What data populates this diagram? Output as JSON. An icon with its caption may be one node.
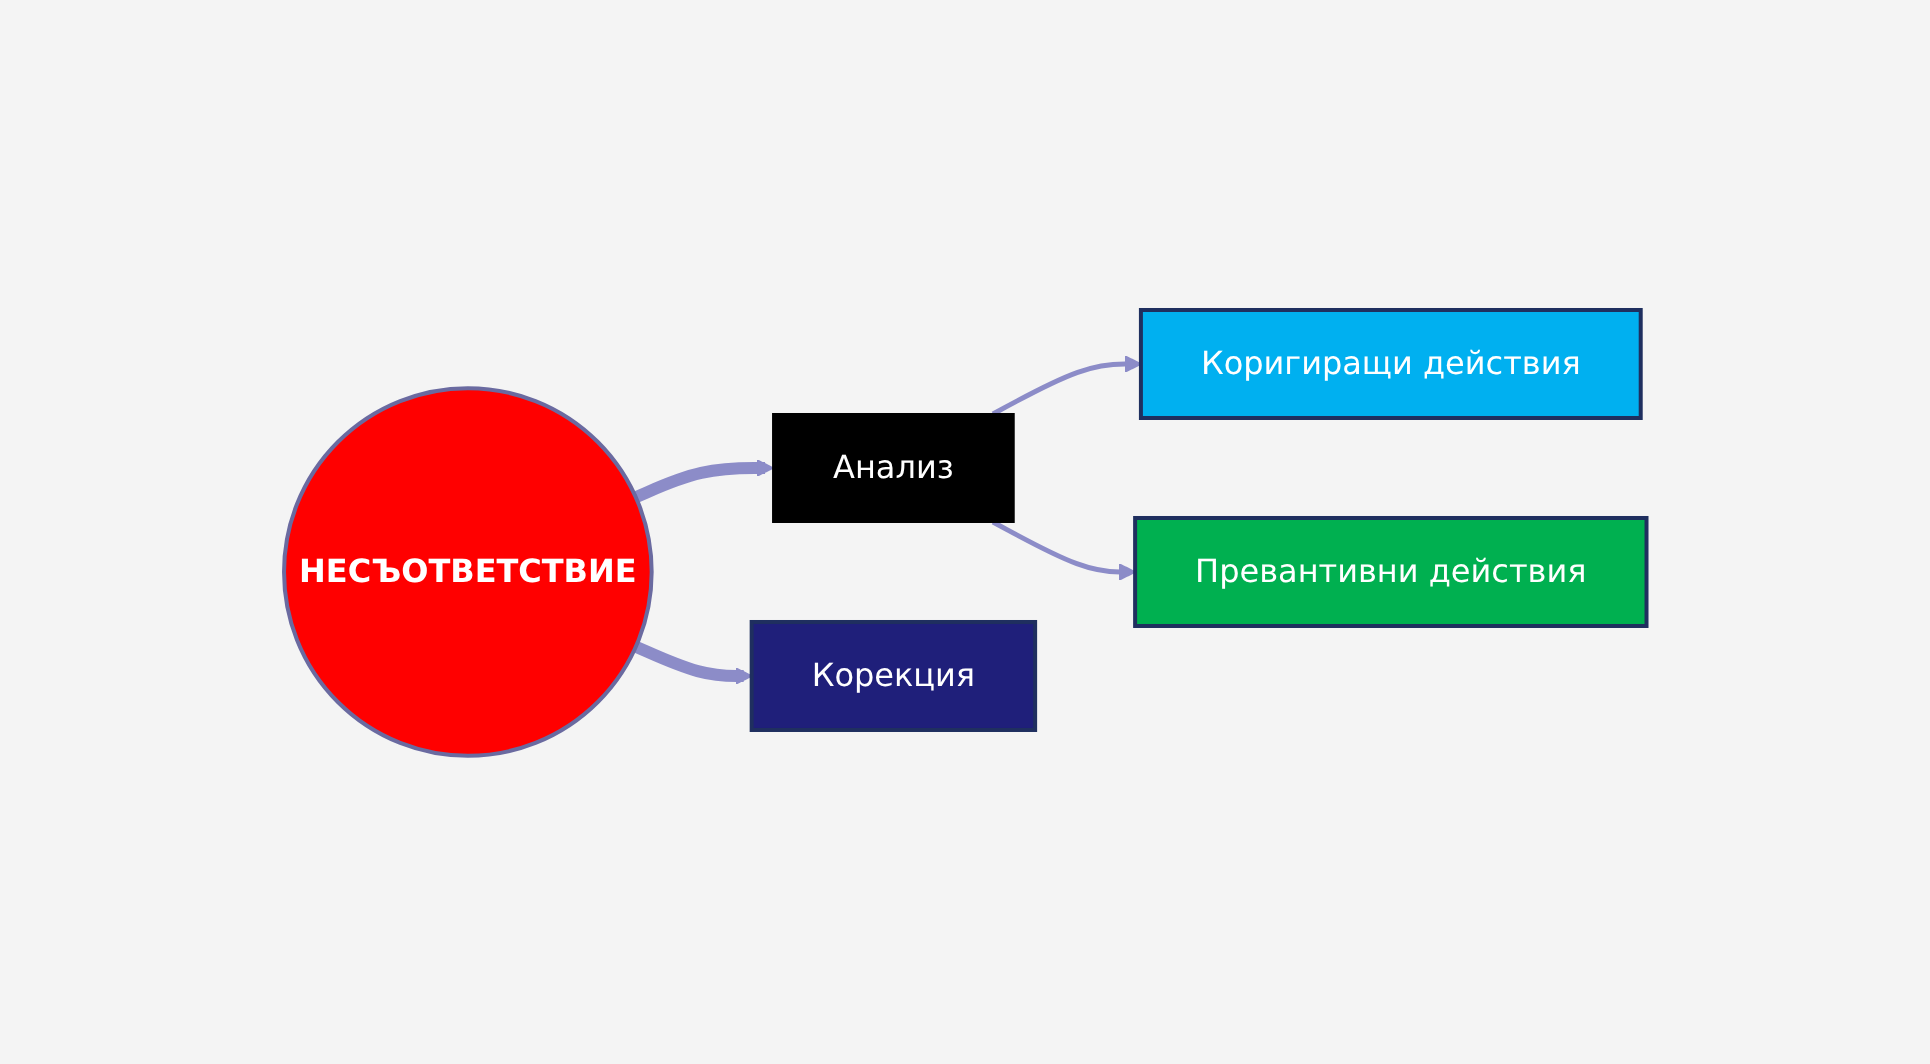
{
  "diagram": {
    "nodes": [
      {
        "text": [
          "НЕСЪОТВЕТСТВИЕ"
        ]
      },
      {
        "text": [
          "Анализ"
        ]
      },
      {
        "text": [
          "Коригиращи действия"
        ]
      },
      {
        "text": [
          "Превантивни действия"
        ]
      },
      {
        "text": [
          "Корекция"
        ]
      }
    ],
    "edges": [
      {
        "from": 0,
        "to": 1,
        "arrow": "to",
        "style": "thick"
      },
      {
        "from": 1,
        "to": 2,
        "arrow": "to"
      },
      {
        "from": 1,
        "to": 3,
        "arrow": "to"
      },
      {
        "from": 0,
        "to": 4,
        "arrow": "to",
        "style": "thick"
      }
    ]
  }
}
